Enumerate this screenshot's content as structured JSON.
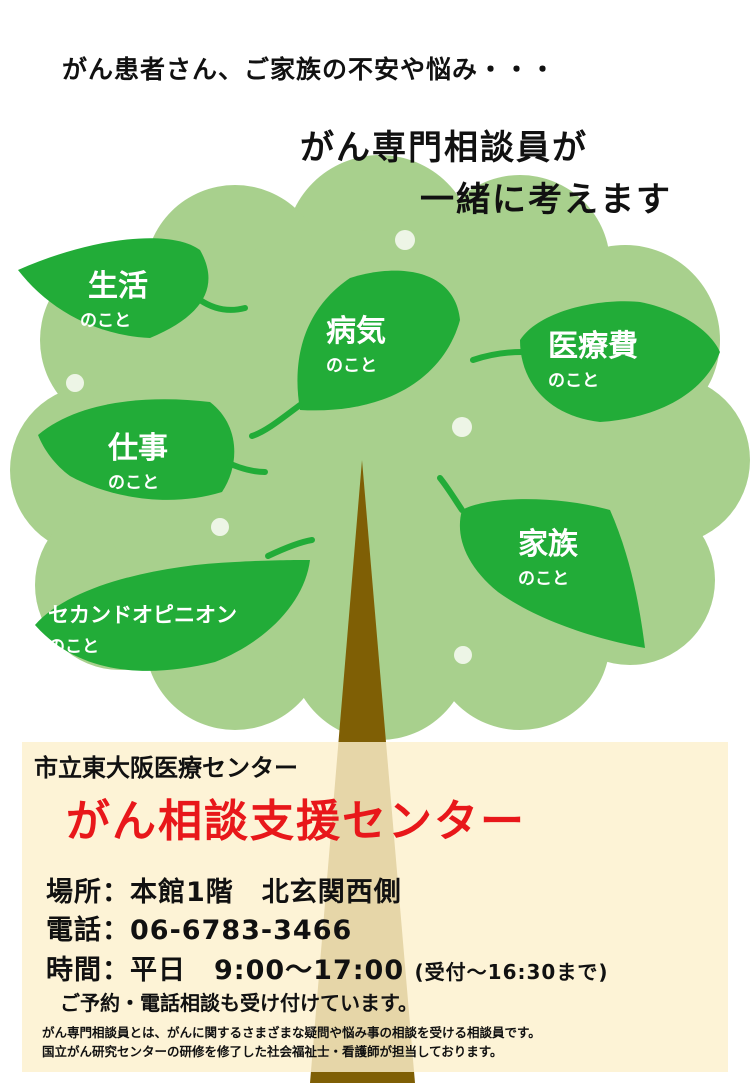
{
  "headline": {
    "line1": "がん患者さん、ご家族の不安や悩み・・・",
    "line2": "がん専門相談員が",
    "line3": "一緒に考えます"
  },
  "leaves": [
    {
      "id": "seikatsu",
      "title": "生活",
      "sub": "のこと"
    },
    {
      "id": "byouki",
      "title": "病気",
      "sub": "のこと"
    },
    {
      "id": "iryouhi",
      "title": "医療費",
      "sub": "のこと"
    },
    {
      "id": "shigoto",
      "title": "仕事",
      "sub": "のこと"
    },
    {
      "id": "kazoku",
      "title": "家族",
      "sub": "のこと"
    },
    {
      "id": "second-opinion",
      "title": "セカンドオピニオン",
      "sub": "のこと"
    }
  ],
  "info": {
    "hospital": "市立東大阪医療センター",
    "center": "がん相談支援センター",
    "location": "場所：本館1階　北玄関西側",
    "phone": "電話：06-6783-3466",
    "hours_main": "時間：平日　9:00～17:00",
    "hours_note": "(受付～16:30まで)",
    "reservation": "ご予約・電話相談も受け付けています。",
    "note1": "がん専門相談員とは、がんに関するさまざまな疑問や悩み事の相談を受ける相談員です。",
    "note2": "国立がん研究センターの研修を修了した社会福祉士・看護師が担当しております。"
  },
  "colors": {
    "crown": "#a8d08d",
    "leaf": "#22ac38",
    "trunk": "#7f5f05",
    "highlight": "#e8171a",
    "info_bg": "#fdf0cd"
  }
}
